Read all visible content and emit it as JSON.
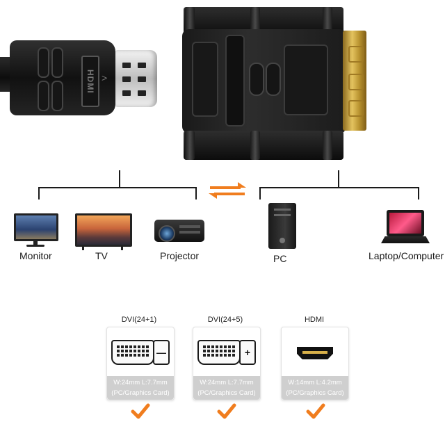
{
  "hdmi_logo_text": "HDMI",
  "source_devices": [
    {
      "label": "Monitor",
      "icon": "monitor-icon"
    },
    {
      "label": "TV",
      "icon": "tv-icon"
    },
    {
      "label": "Projector",
      "icon": "projector-icon"
    }
  ],
  "target_devices": [
    {
      "label": "PC",
      "icon": "pc-tower-icon"
    },
    {
      "label": "Laptop/Computer",
      "icon": "laptop-icon"
    }
  ],
  "ports": [
    {
      "name": "DVI(24+1)",
      "spec_line1": "W:24mm L:7.7mm",
      "spec_line2": "(PC/Graphics Card)",
      "side_symbol": "—",
      "supported": true
    },
    {
      "name": "DVI(24+5)",
      "spec_line1": "W:24mm L:7.7mm",
      "spec_line2": "(PC/Graphics Card)",
      "side_symbol": "+",
      "supported": true
    },
    {
      "name": "HDMI",
      "spec_line1": "W:14mm L:4.2mm",
      "spec_line2": "(PC/Graphics Card)",
      "side_symbol": "",
      "supported": true
    }
  ],
  "colors": {
    "accent_orange": "#f07d1e",
    "check_orange": "#f07d1e",
    "gold_contacts": "#e4c35f",
    "spec_bar": "#cfcfcf"
  }
}
